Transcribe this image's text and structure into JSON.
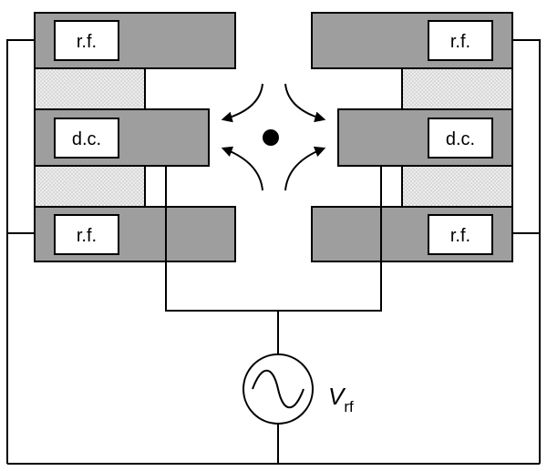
{
  "labels": {
    "rf_top_left": "r.f.",
    "dc_left": "d.c.",
    "rf_bottom_left": "r.f.",
    "rf_top_right": "r.f.",
    "dc_right": "d.c.",
    "rf_bottom_right": "r.f.",
    "voltage_symbol": "V",
    "voltage_subscript": "rf"
  },
  "colors": {
    "electrode_fill": "#9e9e9e",
    "spacer_fill": "#e6e6e6",
    "line": "#000000",
    "background": "#ffffff"
  }
}
